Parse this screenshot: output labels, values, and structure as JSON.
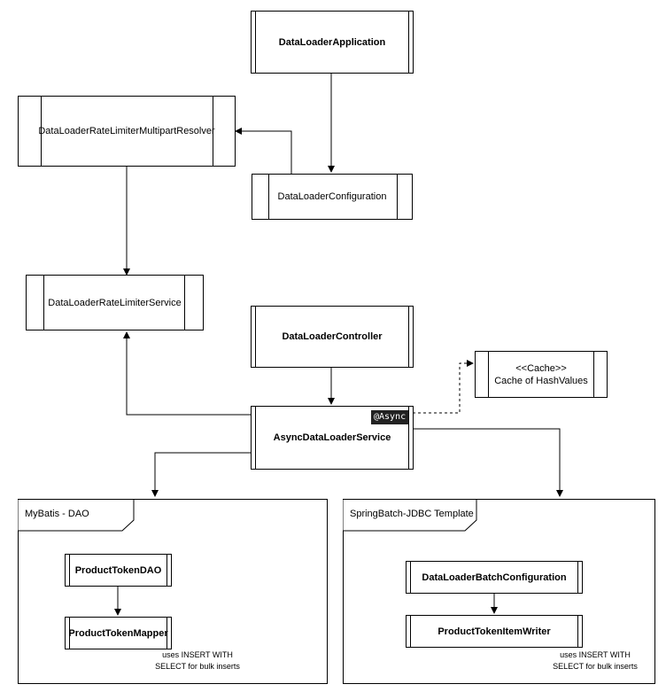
{
  "nodes": {
    "app": "DataLoaderApplication",
    "resolver": "DataLoaderRateLimiterMultipartResolver",
    "config": "DataLoaderConfiguration",
    "rate_service": "DataLoaderRateLimiterService",
    "controller": "DataLoaderController",
    "cache_stereotype": "<<Cache>>",
    "cache_label": "Cache of HashValues",
    "async_service": "AsyncDataLoaderService",
    "async_badge": "@Async",
    "dao": "ProductTokenDAO",
    "mapper": "ProductTokenMapper",
    "batch_config": "DataLoaderBatchConfiguration",
    "item_writer": "ProductTokenItemWriter"
  },
  "frames": {
    "mybatis": {
      "title": "MyBatis - DAO",
      "note_line1": "uses INSERT WITH",
      "note_line2": "SELECT for bulk inserts"
    },
    "springbatch": {
      "title": "SpringBatch-JDBC Template",
      "note_line1": "uses INSERT WITH",
      "note_line2": "SELECT for bulk inserts"
    }
  }
}
